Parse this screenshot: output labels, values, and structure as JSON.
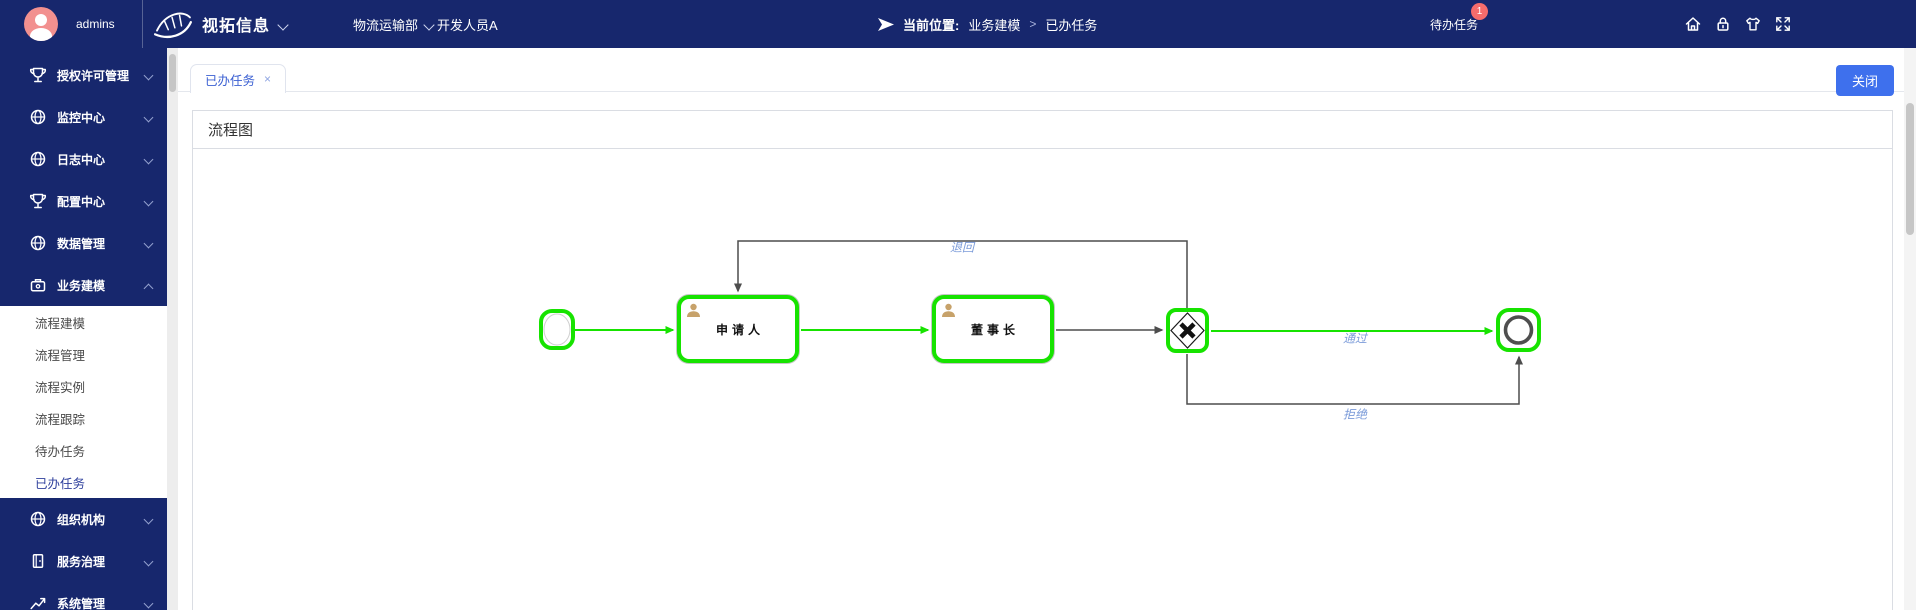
{
  "colors": {
    "navy": "#17276d",
    "accent_blue": "#3e70ed",
    "highlight_green": "#17e300",
    "badge_red": "#f56c6c",
    "edge_dark": "#4d4d4d",
    "edge_label_blue": "#7b9bd9"
  },
  "topbar": {
    "username": "admins",
    "brand": "视拓信息",
    "department": "物流运输部",
    "operator": "开发人员A",
    "location_label": "当前位置:",
    "breadcrumb": {
      "parent": "业务建模",
      "separator": ">",
      "current": "已办任务"
    },
    "todo_label": "待办任务",
    "todo_badge": "1",
    "icons": [
      "home-icon",
      "lock-icon",
      "theme-shirt-icon",
      "fullscreen-icon"
    ]
  },
  "sidebar": {
    "items": [
      {
        "label": "授权许可管理",
        "icon": "trophy-icon"
      },
      {
        "label": "监控中心",
        "icon": "globe-icon"
      },
      {
        "label": "日志中心",
        "icon": "globe-icon"
      },
      {
        "label": "配置中心",
        "icon": "trophy-icon"
      },
      {
        "label": "数据管理",
        "icon": "globe-icon"
      },
      {
        "label": "业务建模",
        "icon": "toolbox-icon",
        "expanded": true
      },
      {
        "label": "组织机构",
        "icon": "globe-icon"
      },
      {
        "label": "服务治理",
        "icon": "door-icon"
      },
      {
        "label": "系统管理",
        "icon": "chart-icon"
      }
    ],
    "submenu": {
      "parent": "业务建模",
      "items": [
        "流程建模",
        "流程管理",
        "流程实例",
        "流程跟踪",
        "待办任务",
        "已办任务"
      ],
      "active": "已办任务"
    }
  },
  "tabs": {
    "items": [
      {
        "label": "已办任务",
        "close_glyph": "×"
      }
    ],
    "active": "已办任务"
  },
  "toolbar": {
    "close_label": "关闭"
  },
  "panel": {
    "title": "流程图"
  },
  "diagram": {
    "nodes": [
      {
        "id": "start",
        "type": "startEvent"
      },
      {
        "id": "applicant",
        "type": "userTask",
        "label": "申请人"
      },
      {
        "id": "chairman",
        "type": "userTask",
        "label": "董事长"
      },
      {
        "id": "gateway",
        "type": "exclusiveGateway"
      },
      {
        "id": "end",
        "type": "endEvent"
      }
    ],
    "edges": [
      {
        "from": "start",
        "to": "applicant",
        "highlighted": true
      },
      {
        "from": "applicant",
        "to": "chairman",
        "highlighted": true
      },
      {
        "from": "chairman",
        "to": "gateway",
        "highlighted": false
      },
      {
        "from": "gateway",
        "to": "applicant",
        "label": "退回",
        "highlighted": false
      },
      {
        "from": "gateway",
        "to": "end",
        "label": "通过",
        "highlighted": true
      },
      {
        "from": "gateway",
        "to": "end",
        "label": "拒绝",
        "highlighted": false
      }
    ]
  }
}
